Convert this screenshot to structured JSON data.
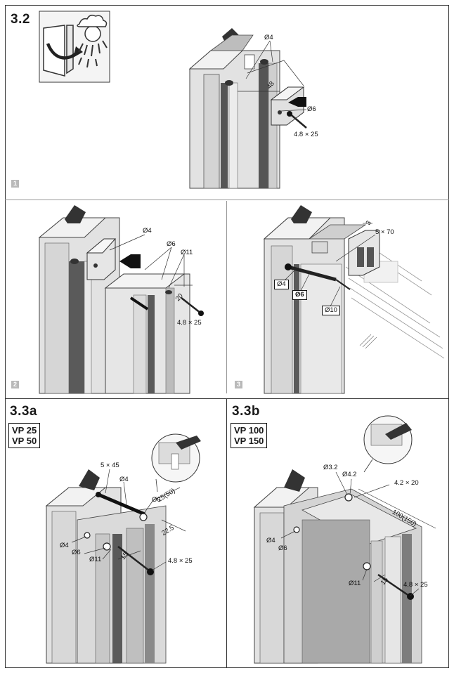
{
  "sections": {
    "s32": {
      "title": "3.2"
    },
    "s33a": {
      "title": "3.3a",
      "variants": [
        "VP 25",
        "VP 50"
      ]
    },
    "s33b": {
      "title": "3.3b",
      "variants": [
        "VP 100",
        "VP 150"
      ]
    }
  },
  "steps": {
    "one": "1",
    "two": "2",
    "three": "3"
  },
  "labels": {
    "p1": {
      "d4": "Ø4",
      "d6": "Ø6",
      "dim48": "48",
      "screw": "4.8 × 25"
    },
    "p2": {
      "d4": "Ø4",
      "d6": "Ø6",
      "d11": "Ø11",
      "dim20": "20",
      "screw": "4.8 × 25"
    },
    "p3": {
      "dim3": "3",
      "screw": "5 × 70",
      "d4": "Ø4",
      "d6": "Ø6",
      "d10": "Ø10"
    },
    "pa": {
      "screw_top": "5 × 45",
      "d4_top": "Ø4",
      "d6_top": "Ø6",
      "dim25": "25(50)",
      "dim225": "22.5",
      "d4": "Ø4",
      "d6": "Ø6",
      "d11": "Ø11",
      "dim15": "15",
      "screw": "4.8 × 25"
    },
    "pb": {
      "d32": "Ø3.2",
      "d42": "Ø4.2",
      "screw_top": "4.2 × 20",
      "dim100": "100(150)",
      "d4": "Ø4",
      "d6": "Ø6",
      "d11": "Ø11",
      "dim15": "15",
      "screw": "4.8 × 25"
    }
  },
  "colors": {
    "frame": "#333333",
    "profile_light": "#d9d9d9",
    "profile_mid": "#bdbdbd",
    "profile_dark": "#7a7a7a",
    "seal": "#4a4a4a",
    "badge": "#b9b9b9"
  }
}
